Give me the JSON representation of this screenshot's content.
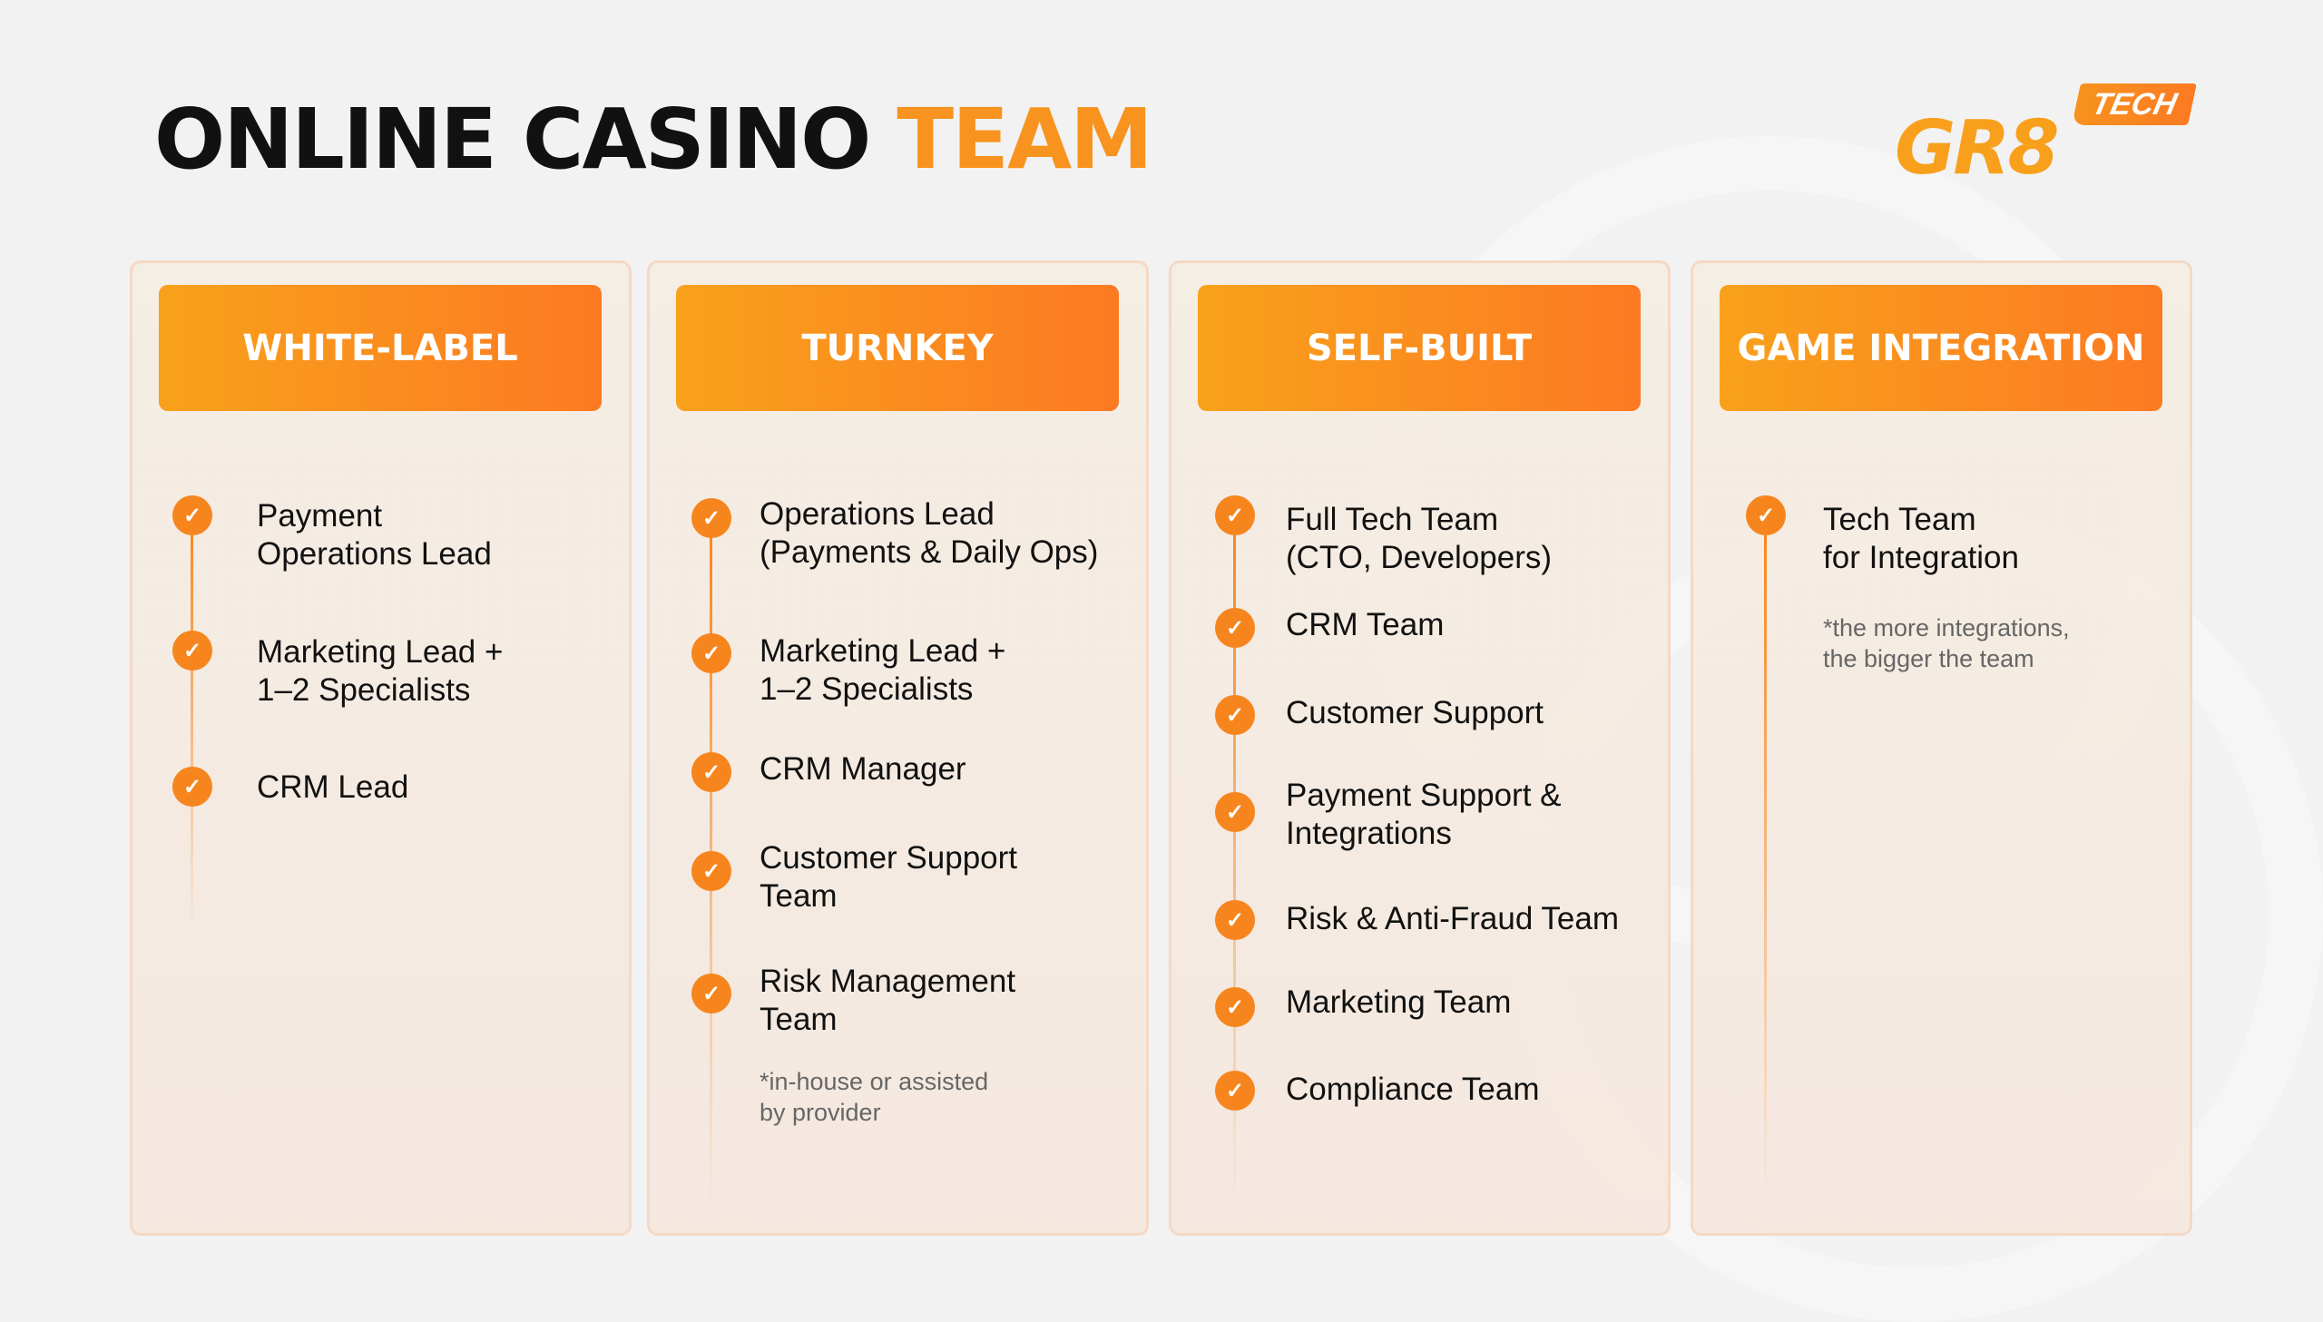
{
  "title": {
    "main": "ONLINE CASINO",
    "accent": "TEAM"
  },
  "logo": {
    "main": "GR8",
    "badge": "TECH"
  },
  "colors": {
    "accent": "#f7931e",
    "accent_end": "#fc7a22"
  },
  "columns": [
    {
      "header": "WHITE-LABEL",
      "items": [
        "Payment\nOperations Lead",
        "Marketing Lead +\n1–2 Specialists",
        "CRM Lead"
      ]
    },
    {
      "header": "TURNKEY",
      "items": [
        "Operations Lead\n(Payments & Daily Ops)",
        "Marketing Lead +\n1–2 Specialists",
        "CRM Manager",
        "Customer Support\nTeam",
        "Risk Management\nTeam"
      ],
      "note": "*in-house or assisted\nby provider"
    },
    {
      "header": "SELF-BUILT",
      "items": [
        "Full Tech Team\n(CTO, Developers)",
        "CRM Team",
        "Customer Support",
        "Payment Support &\nIntegrations",
        "Risk & Anti-Fraud Team",
        "Marketing Team",
        "Compliance Team"
      ]
    },
    {
      "header": "GAME INTEGRATION",
      "items": [
        "Tech Team\nfor Integration"
      ],
      "note": "*the more integrations,\nthe bigger the team"
    }
  ]
}
